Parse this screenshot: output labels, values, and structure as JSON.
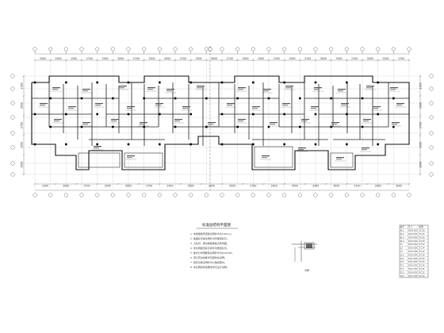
{
  "sheet": {
    "title": "标准层结构平面图",
    "detail_label": "大样",
    "notes": [
      "1. 本层楼板厚度除注明外均为100mm。",
      "2. 板面标高除注明外均同楼层标高。",
      "3. 卫生间、厨房楼板降板见建筑图。",
      "4. 未注明板顶标高者详见楼层标高。",
      "5. 板内分布钢筋除注明外均为φ6@200。",
      "6. 洞口周边加筋详见结构总说明。",
      "7. 梁定位除注明外均以轴线居中。",
      "8. 未注明的构造要求详见设计说明。"
    ]
  },
  "plan": {
    "top_dims": [
      "3300",
      "1500",
      "1500",
      "2700",
      "3300",
      "3000",
      "2700",
      "3300",
      "3000",
      "2700",
      "3300",
      "3000",
      "2700",
      "3300",
      "1500",
      "1500",
      "3300",
      "2700",
      "3000",
      "3300",
      "2700",
      "3000",
      "3300",
      "2700"
    ],
    "bottom_dims": [
      "3300",
      "3000",
      "2700",
      "3300",
      "3000",
      "2700",
      "3300",
      "4500",
      "3300",
      "3000",
      "2700",
      "3300",
      "4500",
      "3300",
      "3000",
      "2700",
      "3300",
      "3000"
    ],
    "left_dims": [
      "1500",
      "3000",
      "2700",
      "3300",
      "1500"
    ],
    "right_dims": [
      "1500",
      "3000",
      "2700",
      "3300",
      "1500"
    ]
  },
  "table": {
    "header": [
      "编号",
      "尺寸",
      "配筋"
    ],
    "rows": [
      [
        "KL1",
        "200×500",
        "3C18"
      ],
      [
        "KL2",
        "200×450",
        "3C16"
      ],
      [
        "KL3",
        "200×400",
        "2C16"
      ],
      [
        "KL4",
        "200×500",
        "3C20"
      ],
      [
        "L1",
        "200×400",
        "2C14"
      ],
      [
        "L2",
        "200×350",
        "2C14"
      ],
      [
        "L3",
        "200×300",
        "2C12"
      ],
      [
        "LL1",
        "200×450",
        "3C16"
      ],
      [
        "LL2",
        "200×400",
        "3C14"
      ],
      [
        "XL1",
        "200×400",
        "2C18"
      ],
      [
        "TL1",
        "200×350",
        "2C14"
      ],
      [
        "TL2",
        "200×300",
        "2C12"
      ],
      [
        "GL1",
        "200×200",
        "4C12"
      ],
      [
        "GL2",
        "200×180",
        "4C10"
      ]
    ]
  }
}
